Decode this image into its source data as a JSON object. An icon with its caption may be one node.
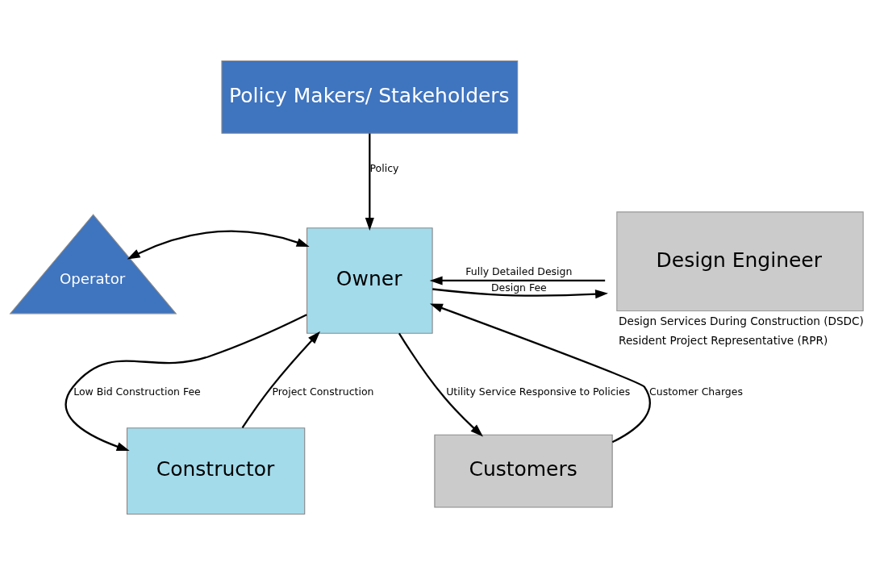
{
  "diagram": {
    "nodes": [
      {
        "text": [
          "Policy Makers/ Stakeholders"
        ]
      },
      {
        "text": [
          "Design Engineer"
        ],
        "beside": [
          "Design Services During Construction (DSDC)",
          "Resident Project Representative (RPR)"
        ]
      },
      {
        "text": [
          "Operator"
        ]
      },
      {
        "text": [
          "Owner"
        ]
      },
      {
        "text": [
          "Constructor"
        ]
      },
      {
        "text": [
          "Customers"
        ]
      }
    ],
    "edges": [
      {
        "from": 0,
        "to": 3,
        "arrow": "to",
        "label": "Policy"
      },
      {
        "from": 2,
        "to": 3,
        "arrow": "both"
      },
      {
        "from": 3,
        "to": 1,
        "arrow": "to",
        "label": "Design Fee"
      },
      {
        "from": 1,
        "to": 3,
        "arrow": "to",
        "label": "Fully Detailed Design"
      },
      {
        "from": 3,
        "to": 4,
        "arrow": "to",
        "label": "Low Bid Construction Fee"
      },
      {
        "from": 4,
        "to": 3,
        "arrow": "to",
        "label": "Project Construction"
      },
      {
        "from": 3,
        "to": 5,
        "arrow": "to",
        "label": "Utility Service Responsive to Policies"
      },
      {
        "from": 5,
        "to": 3,
        "arrow": "to",
        "label": "Customer Charges"
      }
    ]
  }
}
